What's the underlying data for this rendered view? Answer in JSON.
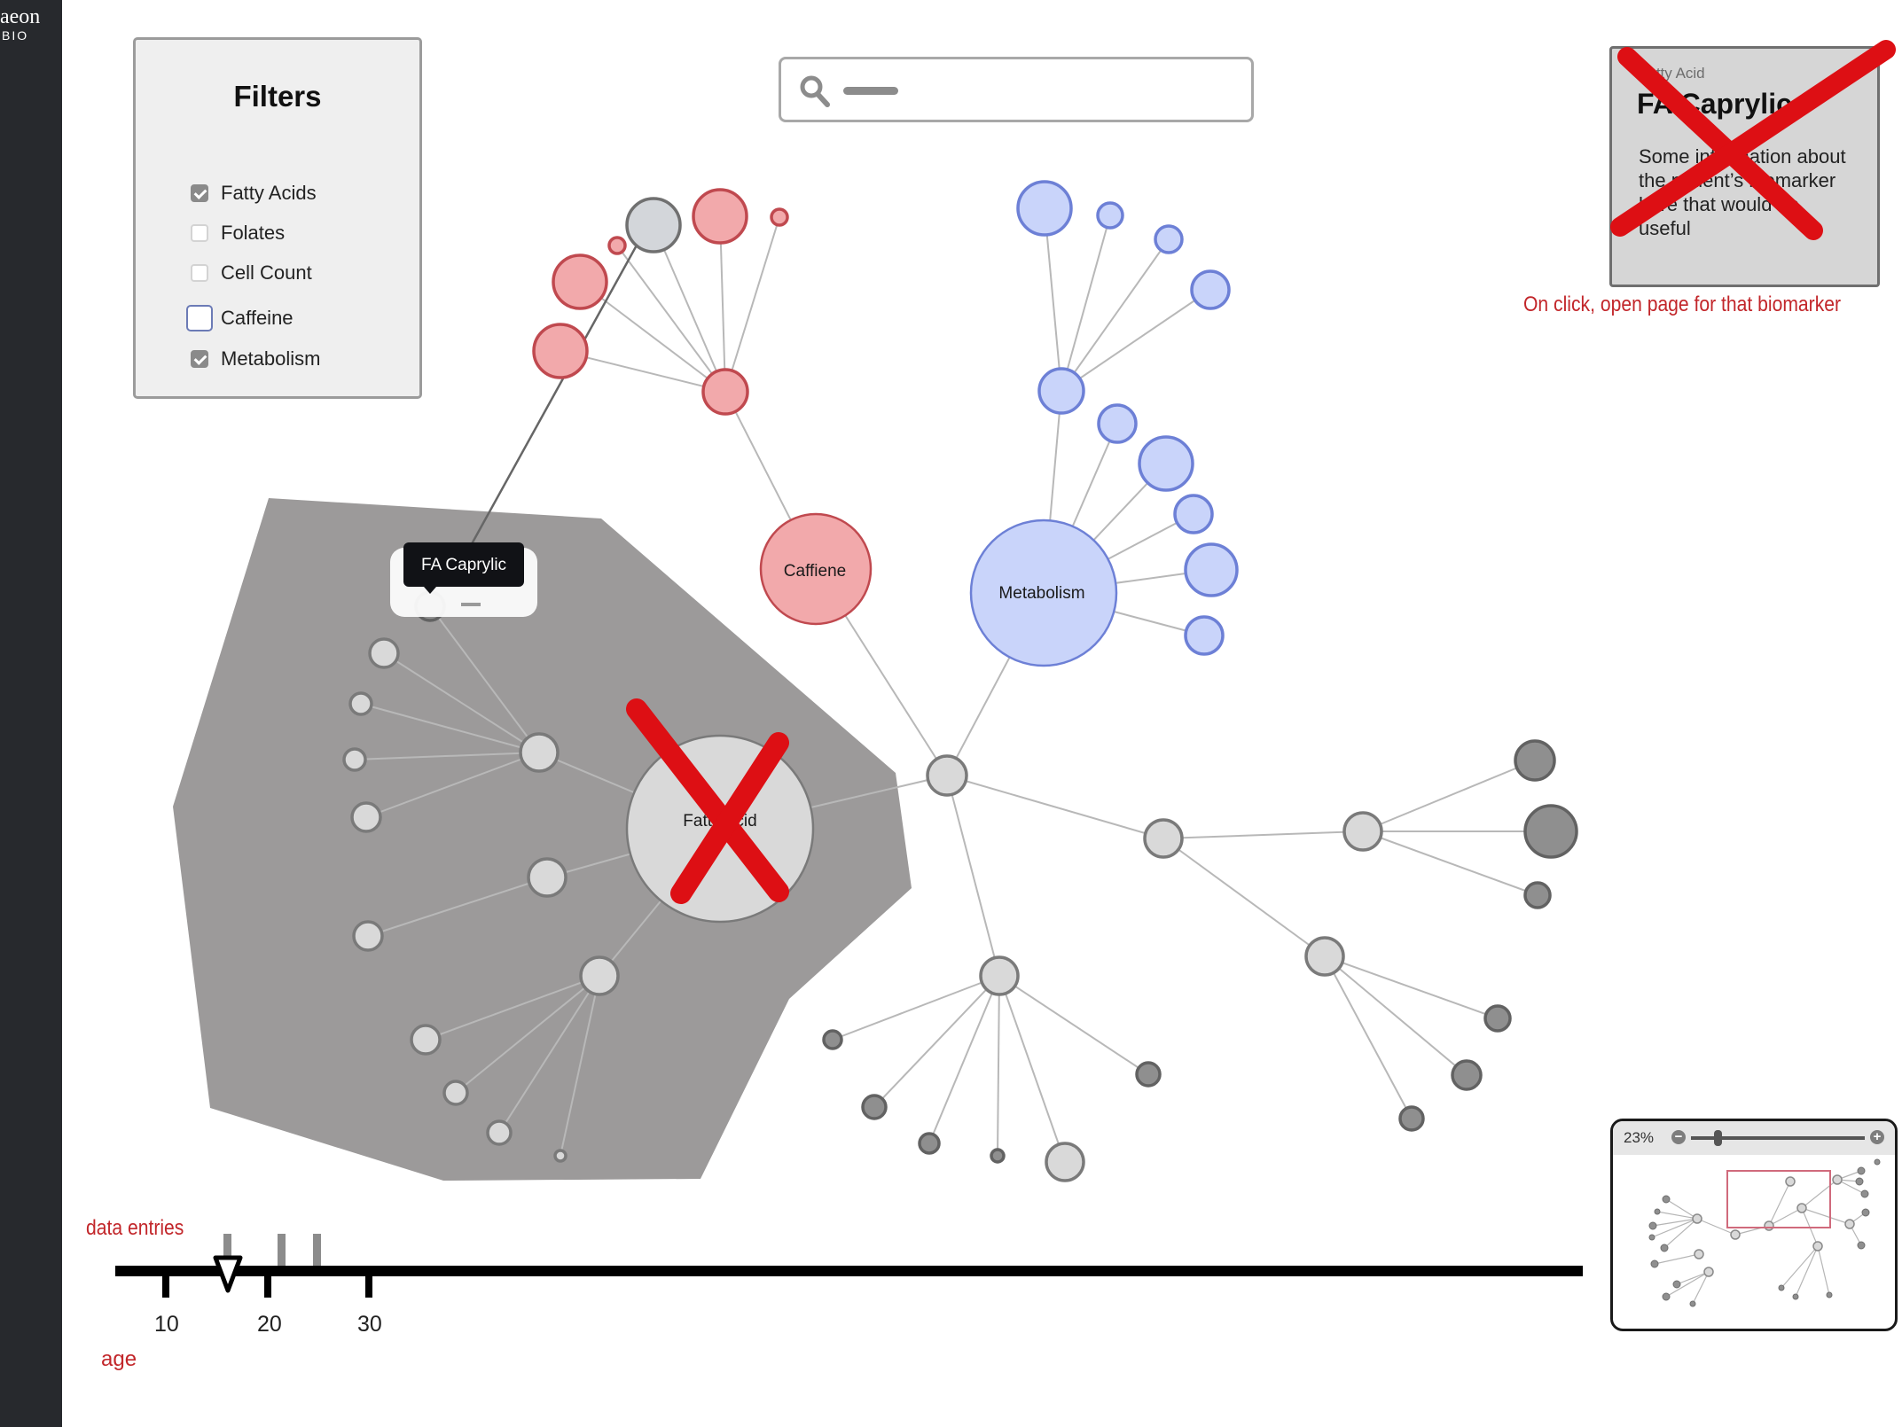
{
  "brand": {
    "name": "aeon",
    "sub": "BIO"
  },
  "filters": {
    "title": "Filters",
    "items": [
      {
        "label": "Fatty Acids",
        "checked": true
      },
      {
        "label": "Folates",
        "checked": false
      },
      {
        "label": "Cell Count",
        "checked": false
      },
      {
        "label": "Caffeine",
        "checked": false,
        "focused": true
      },
      {
        "label": "Metabolism",
        "checked": true
      }
    ]
  },
  "search": {
    "value": "",
    "icon": "search-icon"
  },
  "info_card": {
    "type": "Fatty Acid",
    "name": "FA Caprylic",
    "body": "Some information about the patient’s biomarker here that would be useful",
    "overlay": "red-x-crossout"
  },
  "annotations": {
    "on_click": "On click, open page for that biomarker",
    "data_entries": "data entries",
    "age": "age"
  },
  "graph": {
    "cluster_labels": {
      "caffeine": "Caffiene",
      "metabolism": "Metabolism",
      "fatty_acid": "Fatty Acid"
    },
    "tooltip": "FA Caprylic",
    "colors": {
      "fatty_acids": "#f2a9ab",
      "metabolism": "#c9d4fa",
      "neutral": "#d9d9d9",
      "dark": "#8f8f8f",
      "highlight": "#9c9a9a",
      "crossout": "#dd0f14"
    }
  },
  "timeline": {
    "ticks": [
      "10",
      "20",
      "30"
    ],
    "data_entry_count": 3
  },
  "minimap": {
    "zoom": "23%"
  }
}
